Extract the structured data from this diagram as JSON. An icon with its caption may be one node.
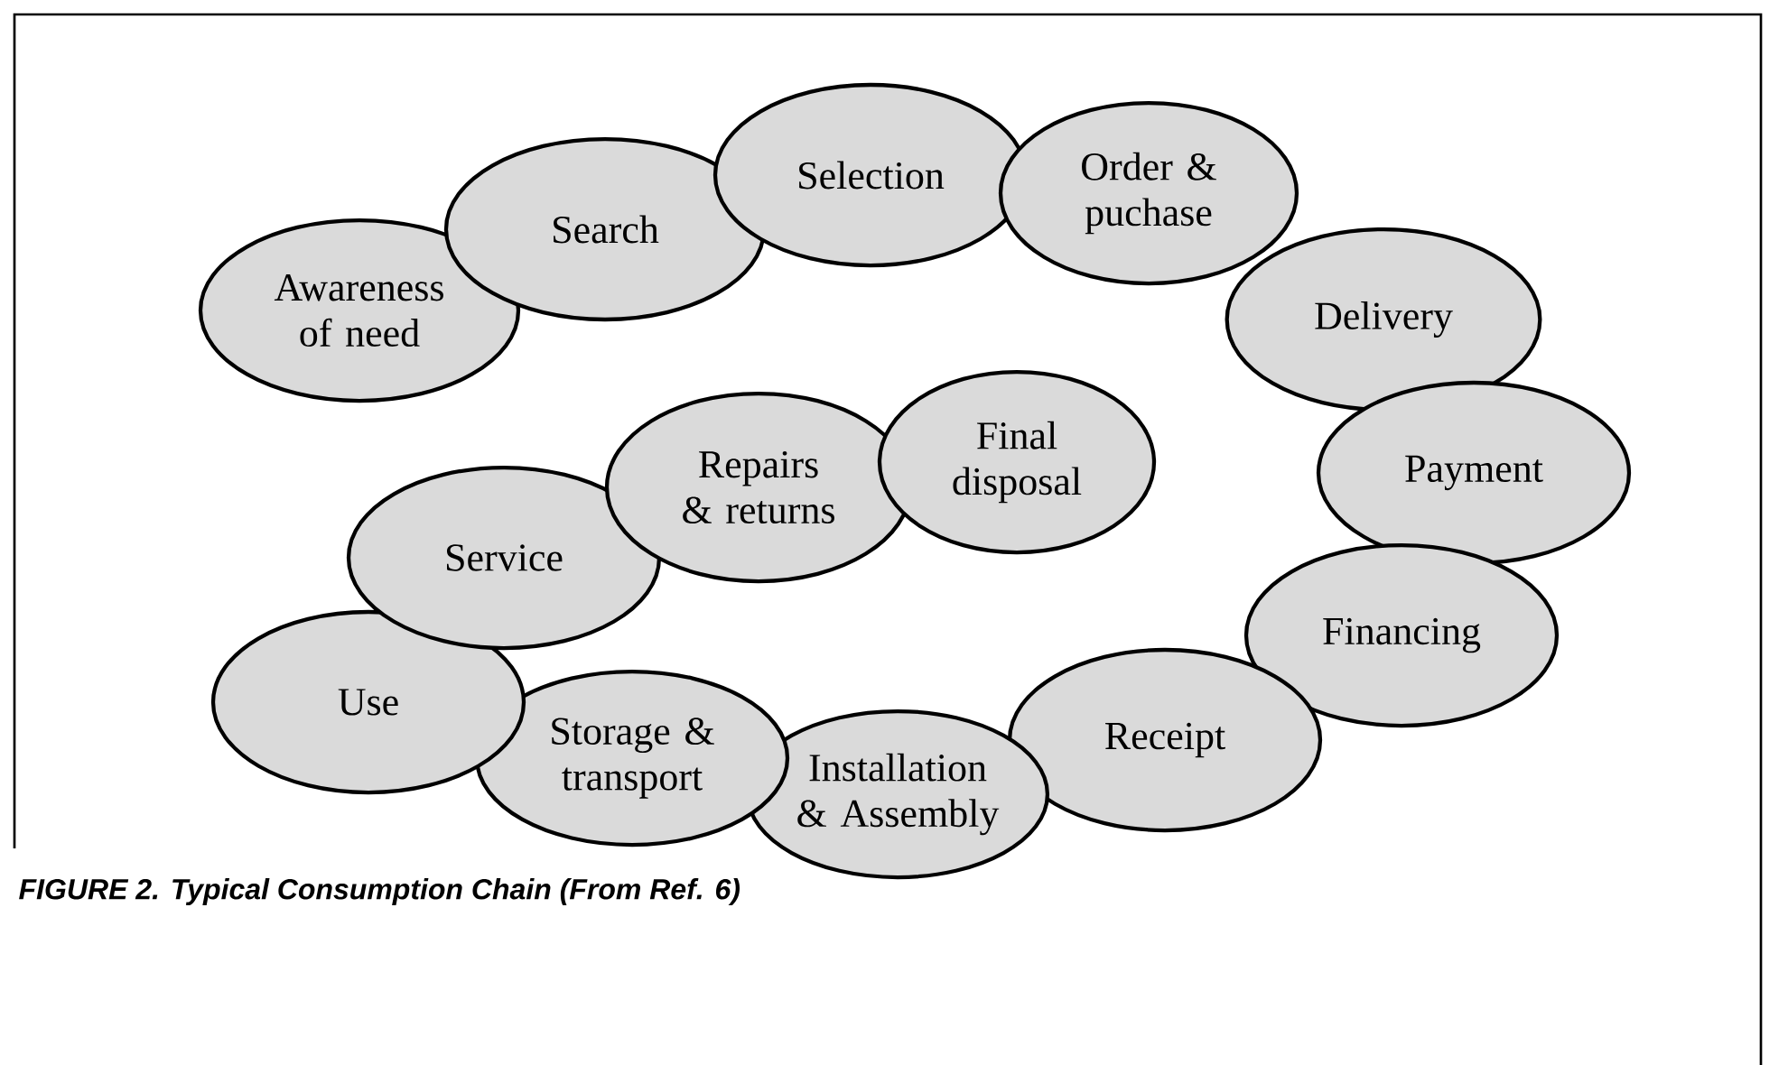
{
  "diagram": {
    "caption": "FIGURE 2.  Typical Consumption Chain (From Ref. 6)",
    "nodes": [
      {
        "text": [
          "Awareness of need"
        ]
      },
      {
        "text": [
          "Search"
        ]
      },
      {
        "text": [
          "Selection"
        ]
      },
      {
        "text": [
          "Order & puchase"
        ]
      },
      {
        "text": [
          "Delivery"
        ]
      },
      {
        "text": [
          "Payment"
        ]
      },
      {
        "text": [
          "Financing"
        ]
      },
      {
        "text": [
          "Receipt"
        ]
      },
      {
        "text": [
          "Installation & Assembly"
        ]
      },
      {
        "text": [
          "Storage & transport"
        ]
      },
      {
        "text": [
          "Use"
        ]
      },
      {
        "text": [
          "Service"
        ]
      },
      {
        "text": [
          "Repairs & returns"
        ]
      },
      {
        "text": [
          "Final disposal"
        ]
      }
    ]
  }
}
